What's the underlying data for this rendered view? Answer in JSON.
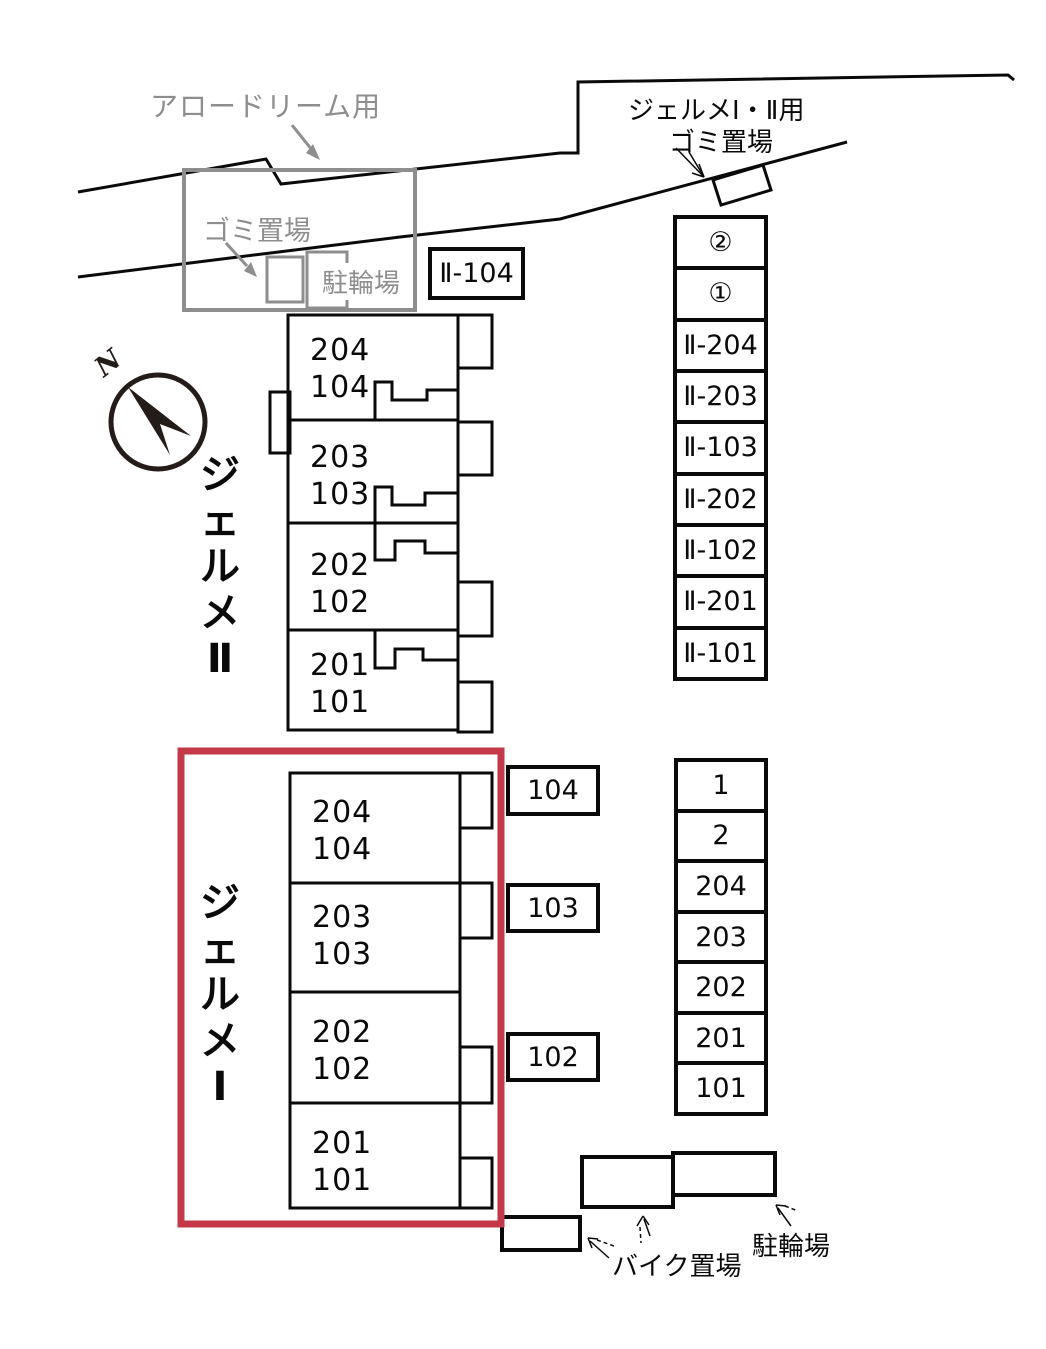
{
  "colors": {
    "red_highlight": "#c4394a",
    "gray_accent": "#8e8e8e",
    "line_black": "#0a0a0a"
  },
  "top_left_area": {
    "owner": "アロードリーム用",
    "garbage": "ゴミ置場",
    "bicycle": "駐輪場"
  },
  "top_right_area": {
    "owner": "ジェルメⅠ・Ⅱ用",
    "garbage": "ゴミ置場"
  },
  "compass": {
    "north": "N"
  },
  "building2": {
    "name": "ジェルメⅡ",
    "detached_stall": "Ⅱ-104",
    "units": [
      {
        "upper": "204",
        "lower": "104"
      },
      {
        "upper": "203",
        "lower": "103"
      },
      {
        "upper": "202",
        "lower": "102"
      },
      {
        "upper": "201",
        "lower": "101"
      }
    ]
  },
  "building1": {
    "name": "ジェルメⅠ",
    "units": [
      {
        "upper": "204",
        "lower": "104"
      },
      {
        "upper": "203",
        "lower": "103"
      },
      {
        "upper": "202",
        "lower": "102"
      },
      {
        "upper": "201",
        "lower": "101"
      }
    ],
    "side_stalls": [
      "104",
      "103",
      "102"
    ]
  },
  "parking_upper": {
    "stalls": [
      "②",
      "①",
      "Ⅱ-204",
      "Ⅱ-203",
      "Ⅱ-103",
      "Ⅱ-202",
      "Ⅱ-102",
      "Ⅱ-201",
      "Ⅱ-101"
    ]
  },
  "parking_lower": {
    "stalls": [
      "1",
      "2",
      "204",
      "203",
      "202",
      "201",
      "101"
    ]
  },
  "bottom_area": {
    "bike": "バイク置場",
    "bicycle": "駐輪場"
  }
}
